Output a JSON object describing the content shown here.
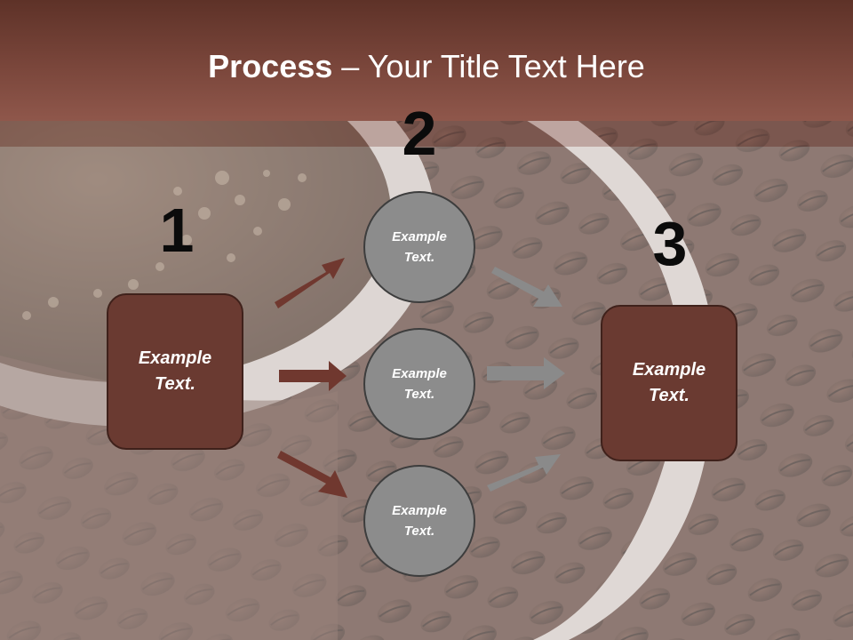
{
  "slide": {
    "title_bold": "Process",
    "title_rest": " – Your Title Text Here"
  },
  "steps": {
    "one": "1",
    "two": "2",
    "three": "3"
  },
  "left_box": {
    "label": "Example Text."
  },
  "circles": [
    {
      "label": "Example Text."
    },
    {
      "label": "Example Text."
    },
    {
      "label": "Example Text."
    }
  ],
  "right_box": {
    "label": "Example Text."
  },
  "colors": {
    "title_band": "#7a463b",
    "box_fill": "#6a3a31",
    "circle_fill": "#8c8c8c",
    "arrow_brown": "#70382f",
    "arrow_gray": "#8a8a8a"
  }
}
